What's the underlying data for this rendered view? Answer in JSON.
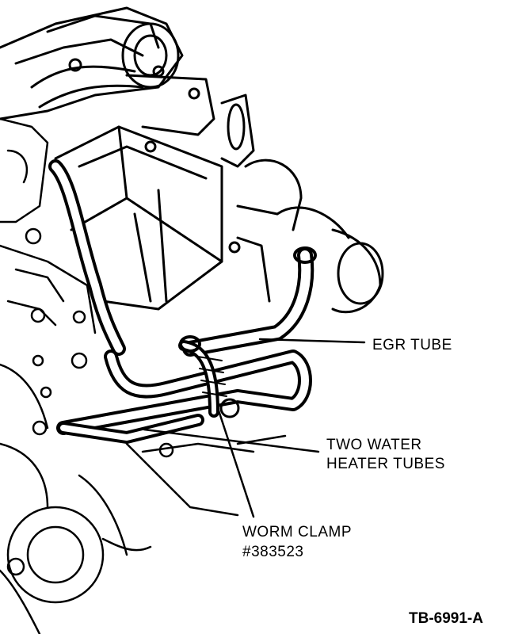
{
  "callouts": {
    "egr_tube": "EGR TUBE",
    "water_heater_line1": "TWO WATER",
    "water_heater_line2": "HEATER TUBES",
    "worm_clamp_line1": "WORM CLAMP",
    "worm_clamp_line2": "#383523"
  },
  "figure_id": "TB-6991-A"
}
